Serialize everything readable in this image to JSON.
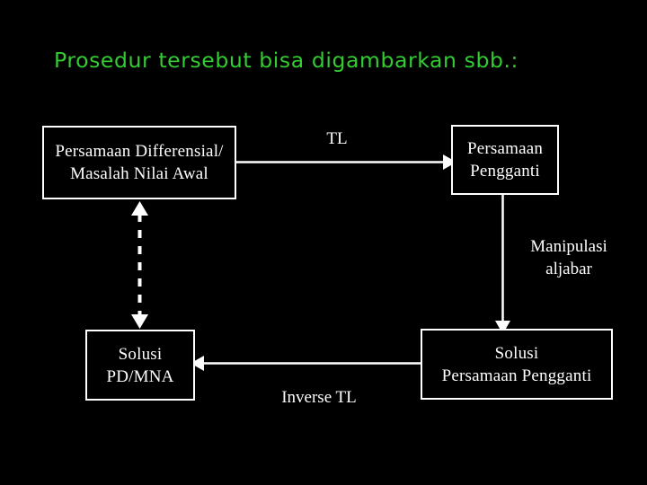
{
  "slide": {
    "background_color": "#000000",
    "title": "Prosedur tersebut bisa digambarkan sbb.:",
    "title_color": "#33cc33",
    "stroke_color": "#ffffff",
    "text_color": "#ffffff"
  },
  "diagram": {
    "nodes": [
      {
        "id": "persamaan-differensial",
        "lines": [
          "Persamaan Differensial/",
          "Masalah Nilai Awal"
        ]
      },
      {
        "id": "persamaan-pengganti",
        "lines": [
          "Persamaan",
          "Pengganti"
        ]
      },
      {
        "id": "solusi-pd-mna",
        "lines": [
          "Solusi",
          "PD/MNA"
        ]
      },
      {
        "id": "solusi-persamaan-pengganti",
        "lines": [
          "Solusi",
          "Persamaan Pengganti"
        ]
      }
    ],
    "edges": [
      {
        "id": "tl",
        "label": "TL",
        "from": "persamaan-differensial",
        "to": "persamaan-pengganti",
        "style": "solid",
        "direction": "right"
      },
      {
        "id": "manipulasi-aljabar",
        "label_lines": [
          "Manipulasi",
          "aljabar"
        ],
        "from": "persamaan-pengganti",
        "to": "solusi-persamaan-pengganti",
        "style": "solid",
        "direction": "down"
      },
      {
        "id": "inverse-tl",
        "label": "Inverse TL",
        "from": "solusi-persamaan-pengganti",
        "to": "solusi-pd-mna",
        "style": "solid",
        "direction": "left"
      },
      {
        "id": "equivalence",
        "label": "",
        "from": "persamaan-differensial",
        "to": "solusi-pd-mna",
        "style": "dashed",
        "direction": "both"
      }
    ]
  }
}
